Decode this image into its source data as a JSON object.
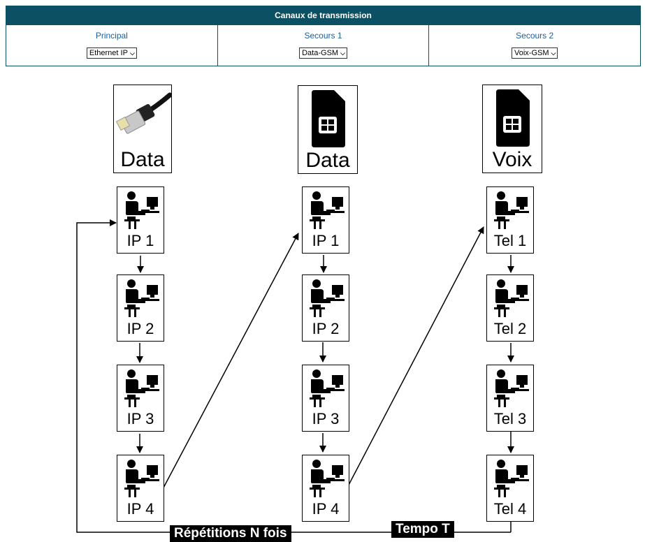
{
  "table": {
    "title": "Canaux de transmission",
    "columns": [
      {
        "label": "Principal",
        "value": "Ethernet IP"
      },
      {
        "label": "Secours 1",
        "value": "Data-GSM"
      },
      {
        "label": "Secours 2",
        "value": "Voix-GSM"
      }
    ]
  },
  "diagram": {
    "media": [
      {
        "label": "Data",
        "icon": "ethernet-cable-icon"
      },
      {
        "label": "Data",
        "icon": "sim-card-icon"
      },
      {
        "label": "Voix",
        "icon": "sim-card-icon"
      }
    ],
    "nodes": [
      [
        "IP 1",
        "IP 2",
        "IP 3",
        "IP 4"
      ],
      [
        "IP 1",
        "IP 2",
        "IP 3",
        "IP 4"
      ],
      [
        "Tel 1",
        "Tel 2",
        "Tel 3",
        "Tel 4"
      ]
    ],
    "repeat_label": "Répétitions N fois",
    "tempo_label": "Tempo T"
  },
  "colors": {
    "header_bg": "#0c5163",
    "label_blue": "#1a5f9e"
  }
}
